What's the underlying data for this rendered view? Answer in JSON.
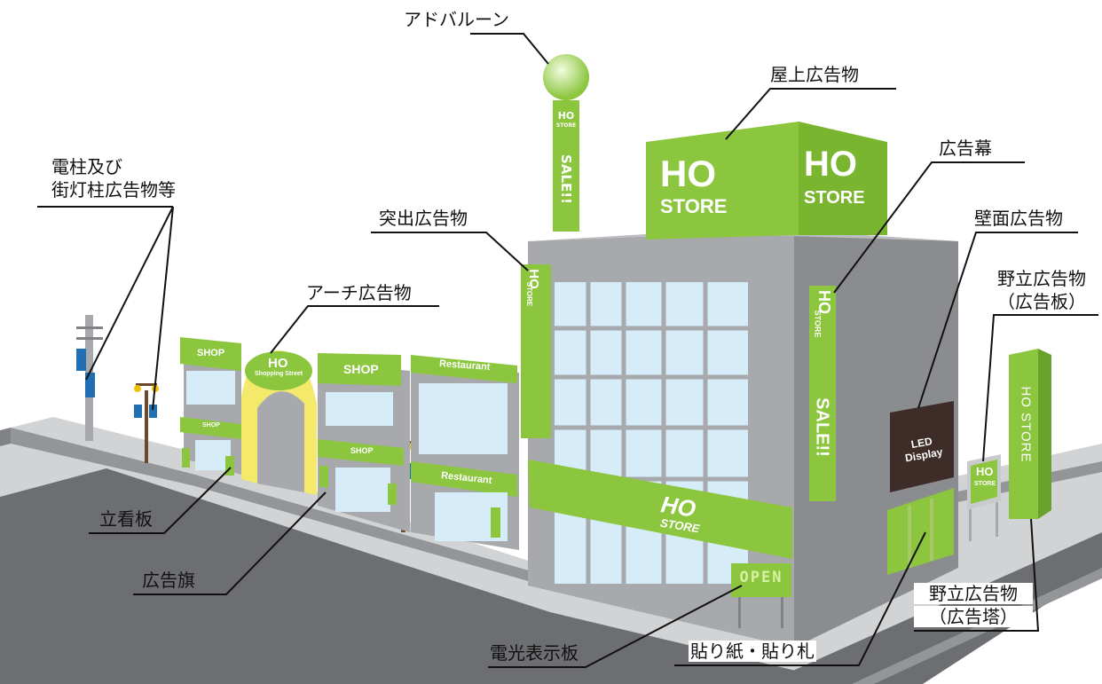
{
  "labels": {
    "ad_balloon": "アドバルーン",
    "rooftop": "屋上広告物",
    "banner_curtain": "広告幕",
    "wall": "壁面広告物",
    "projecting": "突出広告物",
    "pole_line1": "電柱及び",
    "pole_line2": "街灯柱広告物等",
    "arch": "アーチ広告物",
    "field_board_line1": "野立広告物",
    "field_board_line2": "（広告板）",
    "stand_sign": "立看板",
    "flag": "広告旗",
    "field_tower_line1": "野立広告物",
    "field_tower_line2": "（広告塔）",
    "electric_board": "電光表示板",
    "stickers": "貼り紙・貼り札"
  },
  "signage_text": {
    "ho": "HO",
    "store": "STORE",
    "sale": "SALE!!",
    "shop": "SHOP",
    "restaurant": "Restaurant",
    "shopping_street": "Shopping Street",
    "led_display": "LED Display",
    "open": "OPEN",
    "ho_store_tower": "HO STORE"
  },
  "colors": {
    "green": "#8cc63f",
    "green_light": "#b5d96a",
    "gray_building": "#a7a9ac",
    "gray_dark": "#808285",
    "road": "#6d6e71",
    "sidewalk": "#d1d3d4",
    "glass": "#d6ecf8",
    "led_panel": "#3e2c28",
    "arch_yellow": "#f5e96b"
  }
}
